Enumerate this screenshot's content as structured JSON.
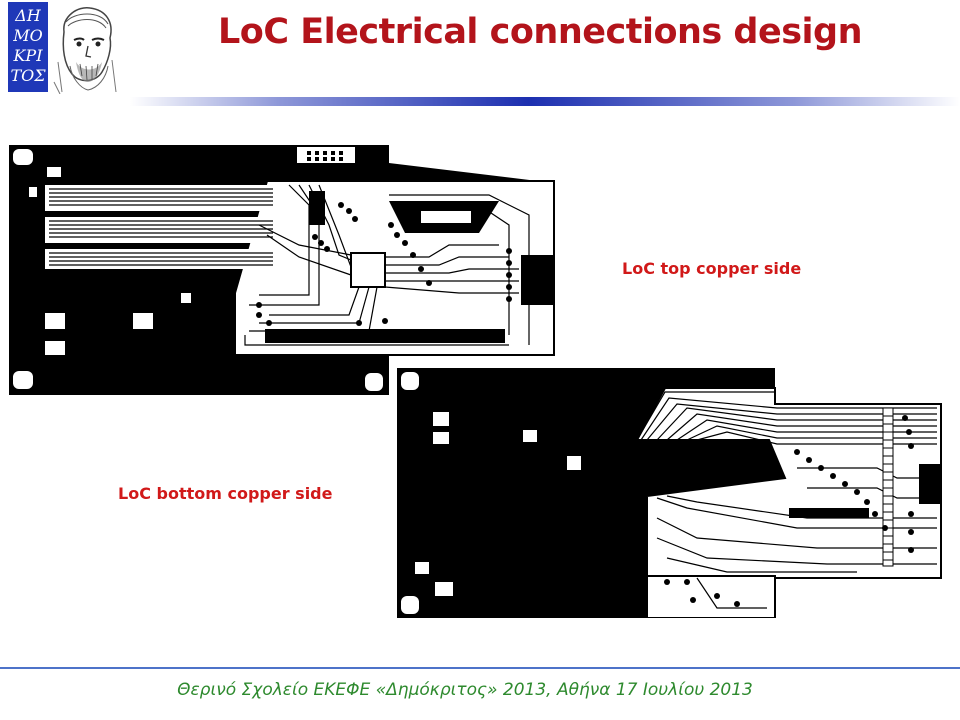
{
  "logo": {
    "text": "ΔΗΜΟΚΡΙΤΟΣ"
  },
  "slide": {
    "title": "LoC Electrical connections design",
    "top_label": "LoC top copper side",
    "bottom_label": "LoC bottom copper side",
    "footer": "Θερινό Σχολείο ΕΚΕΦΕ «Δημόκριτος» 2013, Αθήνα 17 Ιουλίου 2013"
  },
  "colors": {
    "title": "#b3141b",
    "label": "#d11919",
    "footer_text": "#2e8a2e",
    "accent_bar": "#1c2fb0",
    "copper": "#000000",
    "board": "#ffffff"
  }
}
